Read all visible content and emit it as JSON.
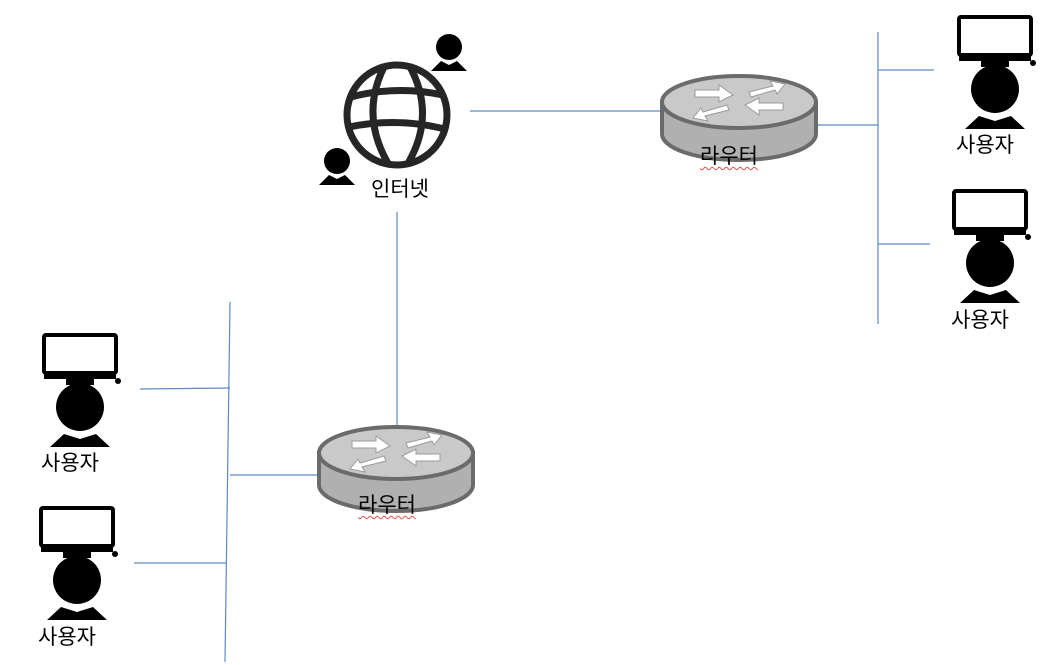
{
  "internet": {
    "label": "인터넷"
  },
  "routers": [
    {
      "label": "라우터"
    },
    {
      "label": "라우터"
    }
  ],
  "users": [
    {
      "label": "사용자"
    },
    {
      "label": "사용자"
    },
    {
      "label": "사용자"
    },
    {
      "label": "사용자"
    }
  ],
  "colors": {
    "link": "#5b8ac8",
    "router_fill": "#bdbdbd",
    "router_stroke": "#6b6b6b",
    "icon": "#000000",
    "globe": "#262626"
  }
}
